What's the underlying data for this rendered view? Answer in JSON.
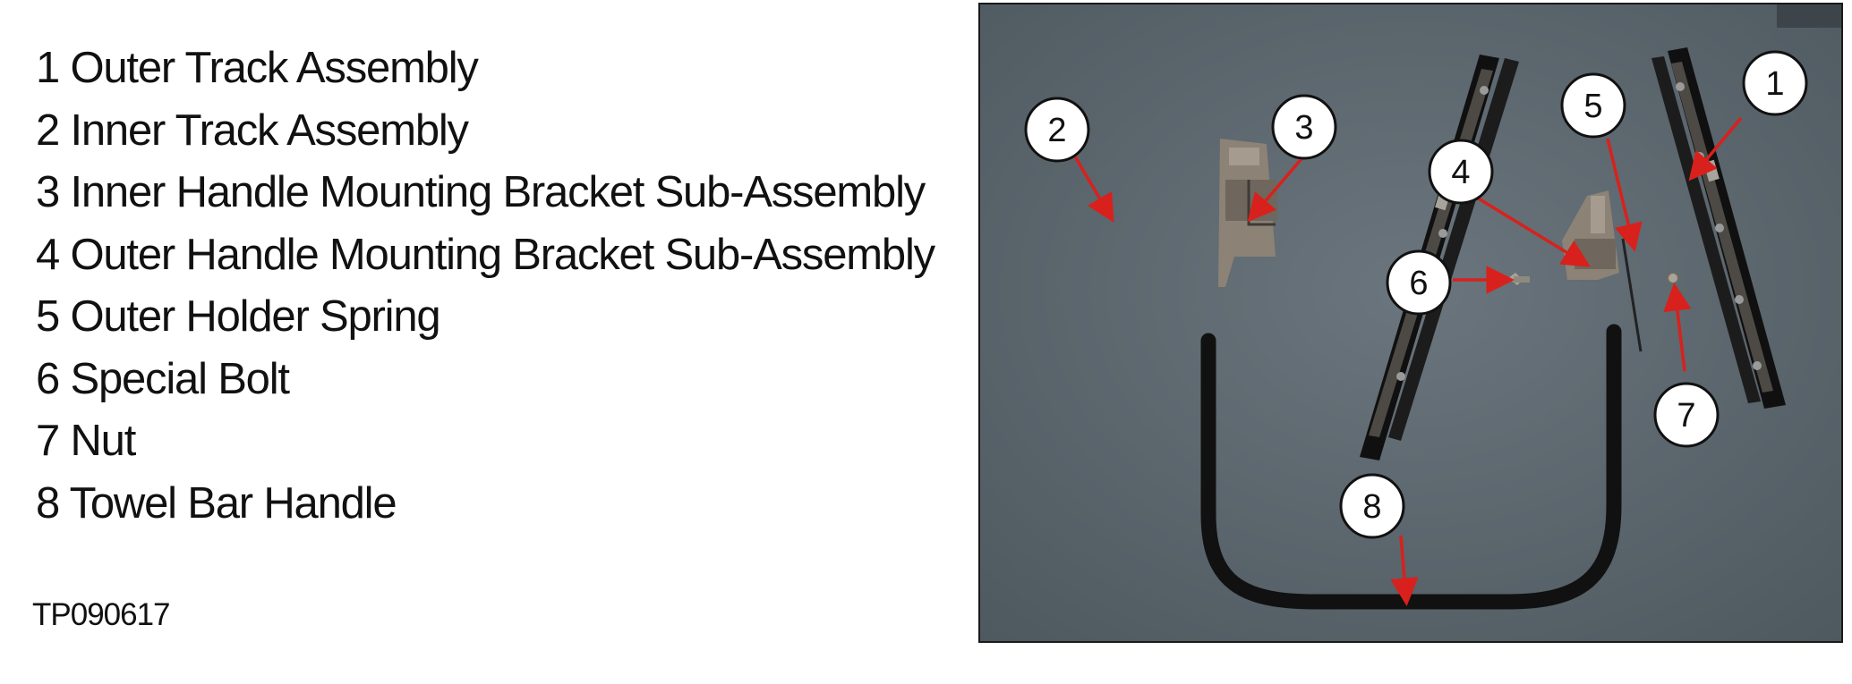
{
  "legend": {
    "items": [
      "1 Outer Track Assembly",
      "2 Inner Track Assembly",
      "3 Inner Handle Mounting Bracket Sub-Assembly",
      "4 Outer Handle Mounting Bracket Sub-Assembly",
      "5 Outer Holder Spring",
      "6 Special Bolt",
      "7 Nut",
      "8 Towel Bar Handle"
    ]
  },
  "figure_code": "TP090617",
  "callouts": {
    "c1": "1",
    "c2": "2",
    "c3": "3",
    "c4": "4",
    "c5": "5",
    "c6": "6",
    "c7": "7",
    "c8": "8"
  },
  "colors": {
    "background": "#58636c",
    "arrow": "#d8211c",
    "part_dark": "#141414",
    "bracket": "#8c8275",
    "callout_fill": "#ffffff"
  }
}
